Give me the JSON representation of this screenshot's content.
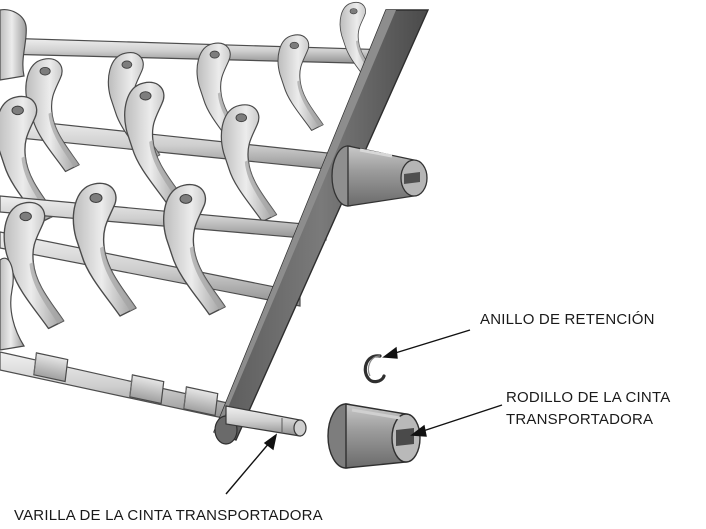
{
  "labels": {
    "retaining_ring": "ANILLO DE RETENCIÓN",
    "belt_roller_line1": "RODILLO DE LA CINTA",
    "belt_roller_line2": "TRANSPORTADORA",
    "belt_rod": "VARILLA DE LA CINTA TRANSPORTADORA"
  },
  "colors": {
    "part_fill": "#d9d9d9",
    "part_shadow": "#a9a9a9",
    "part_dark": "#6f6f6f",
    "outline": "#3a3a3a",
    "leader": "#111111"
  }
}
